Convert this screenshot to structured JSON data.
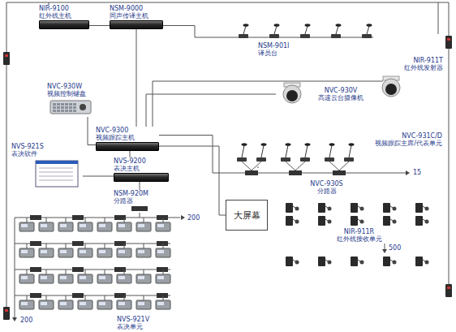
{
  "diagram": {
    "nodes": [
      {
        "text": [
          "NIR-9100",
          "红外线主机"
        ]
      },
      {
        "text": [
          "NSM-9000",
          "同声传译主机"
        ]
      },
      {
        "text": [
          "NSM-901I",
          "译员台"
        ]
      },
      {
        "text": [
          "NIR-911T",
          "红外线发射器"
        ]
      },
      {
        "text": [
          "NVC-930W",
          "视频控制键盘"
        ]
      },
      {
        "text": [
          "NVC-930V",
          "高速云台摄像机"
        ]
      },
      {
        "text": [
          "NVC-9300",
          "视频跟踪主机"
        ]
      },
      {
        "text": [
          "NVC-931C/D",
          "视频跟踪主席/代表单元"
        ]
      },
      {
        "text": [
          "NVS-921S",
          "表决软件"
        ]
      },
      {
        "text": [
          "NVS-9200",
          "表决主机"
        ]
      },
      {
        "text": [
          "NSM-920M",
          "分路器"
        ]
      },
      {
        "text": [
          "NVC-930S",
          "分路器"
        ]
      },
      {
        "text": [
          "大屏幕"
        ]
      },
      {
        "text": [
          "NIR-911R",
          "红外线接收单元"
        ]
      },
      {
        "text": [
          "NVS-921V",
          "表决单元"
        ]
      }
    ],
    "edges": [
      {
        "from": 0,
        "to": 1,
        "arrow": "none"
      },
      {
        "from": 1,
        "to": 2,
        "arrow": "none"
      },
      {
        "from": 0,
        "to": 3,
        "arrow": "none"
      },
      {
        "from": 4,
        "to": 6,
        "arrow": "none"
      },
      {
        "from": 6,
        "to": 1,
        "arrow": "none"
      },
      {
        "from": 6,
        "to": 5,
        "arrow": "none"
      },
      {
        "from": 6,
        "to": 11,
        "arrow": "none"
      },
      {
        "from": 6,
        "to": 12,
        "arrow": "none"
      },
      {
        "from": 6,
        "to": 9,
        "arrow": "none"
      },
      {
        "from": 8,
        "to": 9,
        "arrow": "none"
      },
      {
        "from": 9,
        "to": 10,
        "arrow": "none"
      },
      {
        "from": 10,
        "to": 14,
        "arrow": "none"
      },
      {
        "from": 7,
        "to": 11,
        "arrow": "none"
      }
    ],
    "labels": [
      "15",
      "500",
      "200",
      "200"
    ]
  }
}
